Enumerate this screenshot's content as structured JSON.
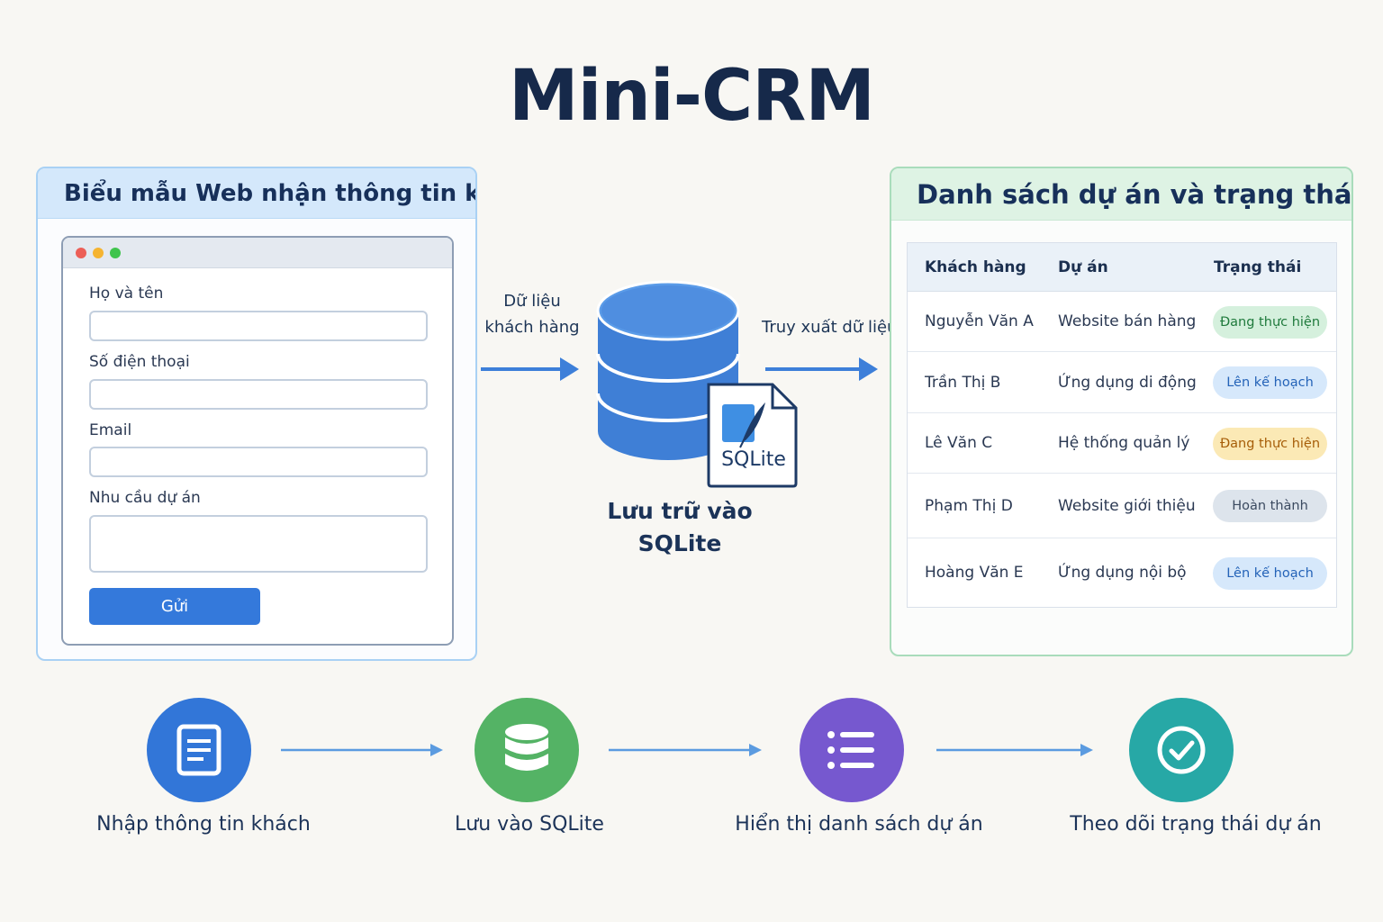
{
  "title": "Mini-CRM",
  "form": {
    "header": "Biểu mẫu Web nhận thông tin khách",
    "fields": [
      {
        "label": "Họ và tên"
      },
      {
        "label": "Số điện thoại"
      },
      {
        "label": "Email"
      },
      {
        "label": "Nhu cầu dự án"
      }
    ],
    "submit_label": "Gửi"
  },
  "flow": {
    "input_label_line1": "Dữ liệu",
    "input_label_line2": "khách hàng",
    "output_label": "Truy xuất dữ liệu"
  },
  "database": {
    "badge_text": "SQLite",
    "caption_line1": "Lưu trữ vào",
    "caption_line2": "SQLite",
    "colors": {
      "cylinder": "#3f7fd6",
      "badge_border": "#1d3a66"
    }
  },
  "project_list": {
    "header": "Danh sách dự án và trạng thái",
    "columns": [
      "Khách hàng",
      "Dự án",
      "Trạng thái"
    ],
    "rows": [
      {
        "customer": "Nguyễn Văn A",
        "project": "Website bán hàng",
        "status": "Đang thực hiện",
        "status_color": "green"
      },
      {
        "customer": "Trần Thị B",
        "project": "Ứng dụng di động",
        "status": "Lên kế hoạch",
        "status_color": "blue"
      },
      {
        "customer": "Lê Văn C",
        "project": "Hệ thống quản lý",
        "status": "Đang thực hiện",
        "status_color": "yellow"
      },
      {
        "customer": "Phạm Thị D",
        "project": "Website giới thiệu",
        "status": "Hoàn thành",
        "status_color": "gray"
      },
      {
        "customer": "Hoàng Văn E",
        "project": "Ứng dụng nội bộ",
        "status": "Lên kế hoạch",
        "status_color": "blue"
      }
    ],
    "status_colors": {
      "green": {
        "bg": "#d5f0dd",
        "fg": "#1f7a3c"
      },
      "blue": {
        "bg": "#d6e8fb",
        "fg": "#2463b8"
      },
      "yellow": {
        "bg": "#fbe9b5",
        "fg": "#a65d08"
      },
      "gray": {
        "bg": "#dde4ec",
        "fg": "#3b4a60"
      }
    }
  },
  "steps": [
    {
      "label": "Nhập thông tin khách",
      "icon": "document-icon",
      "color": "#3276d8"
    },
    {
      "label": "Lưu vào SQLite",
      "icon": "database-icon",
      "color": "#54b365"
    },
    {
      "label": "Hiển thị danh sách dự án",
      "icon": "list-icon",
      "color": "#7658cf"
    },
    {
      "label": "Theo dõi trạng thái dự án",
      "icon": "check-circle-icon",
      "color": "#27a8a6"
    }
  ],
  "colors": {
    "flow_arrow": "#3d7fd9",
    "step_arrow": "#5b9be0"
  }
}
